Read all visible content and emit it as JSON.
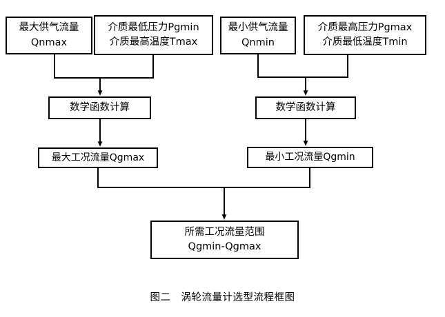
{
  "diagram": {
    "title": "涡轮流量计选型流程框图",
    "caption": "图二　涡轮流量计选型流程框图",
    "line_color": "#000000",
    "box_fill": "#ffffff",
    "nodes": {
      "qnmax": {
        "line1": "最大供气流量",
        "line2": "Qnmax"
      },
      "pgmin": {
        "line1": "介质最低压力Pgmin",
        "line2": "介质最高温度Tmax"
      },
      "qnmin": {
        "line1": "最小供气流量",
        "line2": "Qnmin"
      },
      "pgmax": {
        "line1": "介质最高压力Pgmax",
        "line2": "介质最低温度Tmin"
      },
      "calc_left": {
        "line1": "数学函数计算"
      },
      "calc_right": {
        "line1": "数学函数计算"
      },
      "qgmax": {
        "line1": "最大工况流量Qgmax"
      },
      "qgmin": {
        "line1": "最小工况流量Qgmin"
      },
      "range": {
        "line1": "所需工况流量范围",
        "line2": "Qgmin-Qgmax"
      }
    }
  }
}
